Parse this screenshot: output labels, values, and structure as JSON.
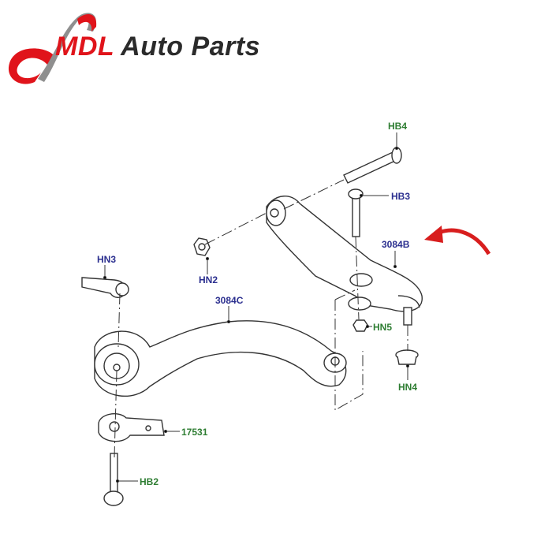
{
  "logo": {
    "brand": "MDL",
    "tagline": "Auto Parts",
    "colors": {
      "brand": "#e0141b",
      "tagline": "#2b2b2b",
      "swoosh": "#8a8a8a"
    }
  },
  "diagram": {
    "title": "Front lower suspension arm assembly",
    "label_colors": {
      "blue": "#2b2f8f",
      "green": "#2e7d32"
    },
    "callouts": [
      {
        "id": "HB4",
        "color": "green"
      },
      {
        "id": "HB3",
        "color": "blue"
      },
      {
        "id": "3084B",
        "color": "blue"
      },
      {
        "id": "HN2",
        "color": "blue"
      },
      {
        "id": "HN3",
        "color": "blue"
      },
      {
        "id": "3084C",
        "color": "blue"
      },
      {
        "id": "HN5",
        "color": "green"
      },
      {
        "id": "HN4",
        "color": "green"
      },
      {
        "id": "17531",
        "color": "green"
      },
      {
        "id": "HB2",
        "color": "green"
      }
    ],
    "indicator_arrow": {
      "color": "#d81e1e",
      "points_to": "3084B"
    }
  }
}
